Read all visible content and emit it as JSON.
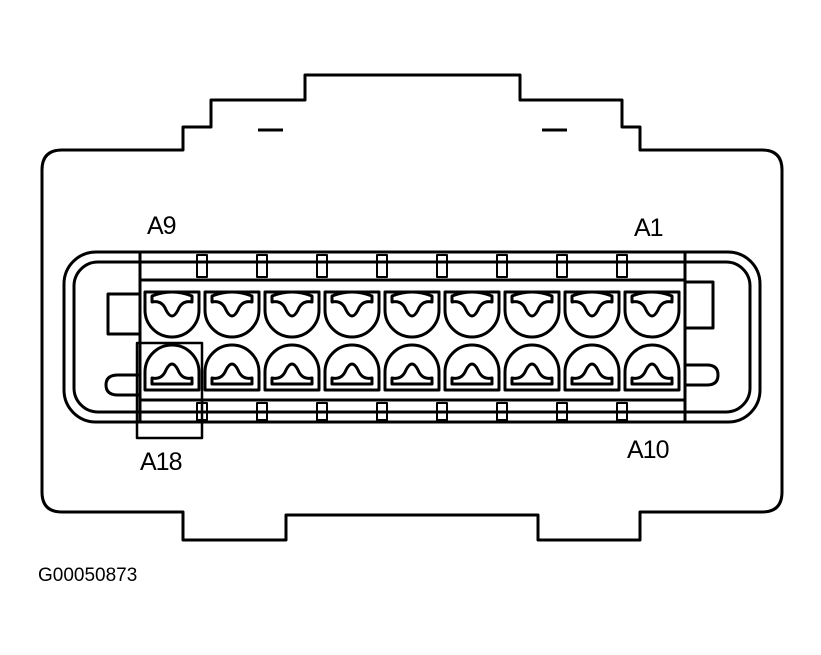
{
  "diagram": {
    "pin_labels": {
      "top_left": "A9",
      "top_right": "A1",
      "bottom_left": "A18",
      "bottom_right": "A10"
    },
    "columns": 9,
    "rows": 2,
    "highlighted_pin": "A18",
    "figure_code": "G00050873",
    "line_color": "#000000",
    "background_color": "#ffffff"
  }
}
